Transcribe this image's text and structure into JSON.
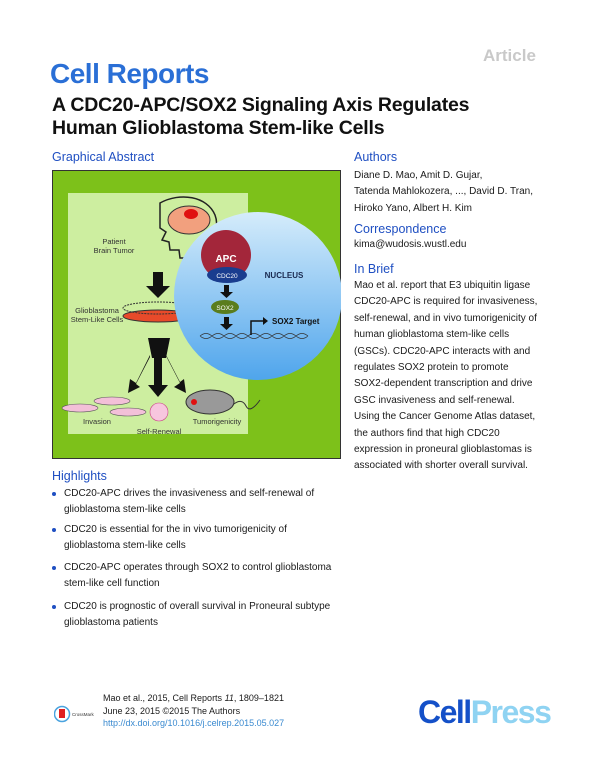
{
  "header": {
    "article_type": "Article",
    "journal": "Cell Reports"
  },
  "title": {
    "lines": [
      "A CDC20-APC/SOX2 Signaling Axis Regulates",
      "Human Glioblastoma Stem-like Cells"
    ]
  },
  "graphical_abstract": {
    "heading": "Graphical Abstract",
    "labels": {
      "patient": "Patient",
      "brain_tumor": "Brain Tumor",
      "glioblastoma": "Glioblastoma",
      "stem_like_cells": "Stem-Like Cells",
      "invasion": "Invasion",
      "self_renewal": "Self-Renewal",
      "tumorigenicity": "Tumorigenicity",
      "apc": "APC",
      "cdc20": "CDC20",
      "nucleus": "NUCLEUS",
      "sox2": "SOX2",
      "sox2_target": "SOX2 Target"
    },
    "colors": {
      "outer": "#7dc11a",
      "inner": "#cdeea0",
      "nucleus": "#7fc2f0",
      "apc": "#a3263a",
      "cdc20": "#1a3d8f",
      "sox2": "#5a7d1e"
    }
  },
  "authors": {
    "heading": "Authors",
    "lines": [
      "Diane D. Mao, Amit D. Gujar,",
      "Tatenda Mahlokozera, ..., David D. Tran,",
      "Hiroko Yano, Albert H. Kim"
    ]
  },
  "correspondence": {
    "heading": "Correspondence",
    "email": "kima@wudosis.wustl.edu"
  },
  "in_brief": {
    "heading": "In Brief",
    "lines": [
      "Mao et al. report that E3 ubiquitin ligase",
      "CDC20-APC is required for invasiveness,",
      "self-renewal, and in vivo tumorigenicity of",
      "human glioblastoma stem-like cells",
      "(GSCs). CDC20-APC interacts with and",
      "regulates SOX2 protein to promote",
      "SOX2-dependent transcription and drive",
      "GSC invasiveness and self-renewal.",
      "Using the Cancer Genome Atlas dataset,",
      "the authors find that high CDC20",
      "expression in proneural glioblastomas is",
      "associated with shorter overall survival."
    ]
  },
  "highlights": {
    "heading": "Highlights",
    "items": [
      [
        "CDC20-APC drives the invasiveness and self-renewal of",
        "glioblastoma stem-like cells"
      ],
      [
        "CDC20 is essential for the in vivo tumorigenicity of",
        "glioblastoma stem-like cells"
      ],
      [
        "CDC20-APC operates through SOX2 to control glioblastoma",
        "stem-like cell function"
      ],
      [
        "CDC20 is prognostic of overall survival in Proneural subtype",
        "glioblastoma patients"
      ]
    ]
  },
  "footer": {
    "citation_prefix": "Mao et al., 2015, Cell Reports ",
    "volume": "11",
    "pages": ", 1809–1821",
    "date_line": "June 23, 2015 ©2015 The Authors",
    "doi": "http://dx.doi.org/10.1016/j.celrep.2015.05.027",
    "crossmark": "CrossMark",
    "publisher_cell": "Cell",
    "publisher_press": "Press"
  }
}
